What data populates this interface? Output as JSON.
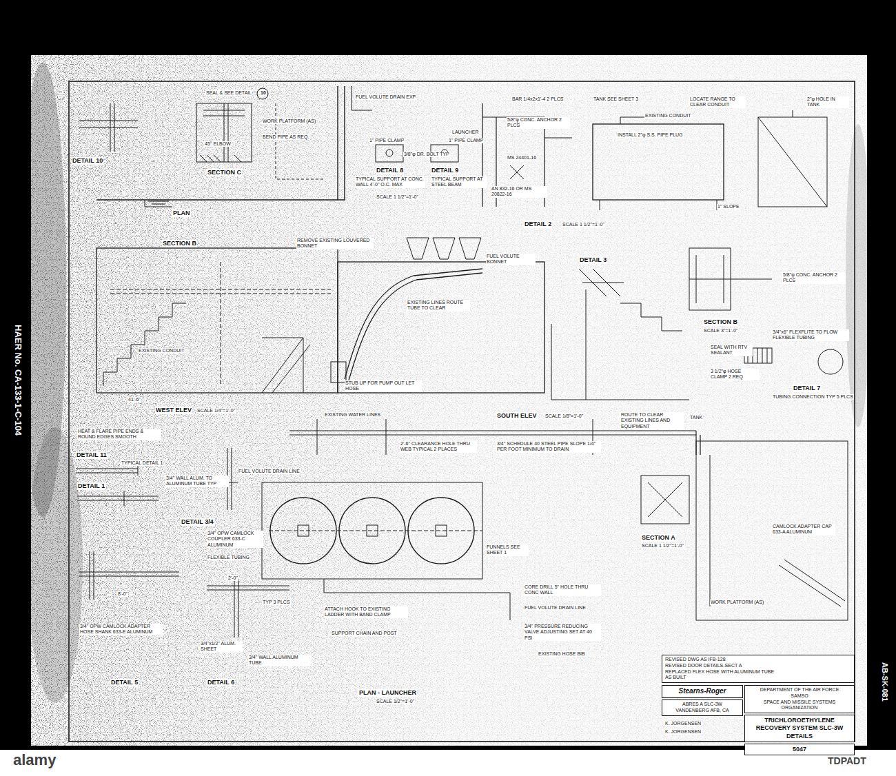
{
  "diagram": {
    "nodes": [
      {
        "text": [
          "REVISED DWG AS IFB-128",
          "REVISED DOOR DETAILS-SECT A",
          "REPLACED FLEX HOSE WITH ALUMINUM TUBE",
          "AS BUILT"
        ]
      },
      {
        "text": [
          "Stearns-Roger"
        ]
      },
      {
        "text": [
          "DEPARTMENT OF THE AIR FORCE",
          "SAMSO",
          "SPACE AND MISSILE SYSTEMS ORGANIZATION"
        ]
      },
      {
        "text": [
          "ABRES A SLC-3W VANDENBERG AFB, CA"
        ]
      },
      {
        "text": [
          "TRICHLOROETHYLENE RECOVERY SYSTEM SLC-3W DETAILS"
        ]
      },
      {
        "text": [
          "5047"
        ]
      }
    ],
    "labels": [
      "SEAL & SEE DETAIL",
      "10",
      "DETAIL 10",
      "WORK PLATFORM (AS)",
      "BEND PIPE AS REQ.",
      "45° ELBOW",
      "SECTION C",
      "PLAN",
      "SECTION B",
      "FUEL VOLUTE DRAIN EXP",
      "LAUNCHER",
      "1\" PIPE CLAMP",
      "1\" PIPE CLAMP",
      "3/8\"φ DR. BOLT TYP",
      "DETAIL 8",
      "DETAIL 9",
      "TYPICAL SUPPORT AT CONC. WALL 4'-0\" O.C. MAX",
      "TYPICAL SUPPORT AT STEEL BEAM",
      "SCALE 1 1/2\"=1'-0\"",
      "BAR 1/4x2x1'-4 2 PLCS",
      "5/8\"φ CONC. ANCHOR 2 PLCS",
      "MS 24401-16",
      "AN 832-16 OR MS 20822-16",
      "DETAIL 2",
      "SCALE 1 1/2\"=1'-0\"",
      "TANK SEE SHEET 3",
      "LOCATE RANGE TO CLEAR CONDUIT",
      "EXISTING CONDUIT",
      "INSTALL 2\"φ S.S. PIPE PLUG",
      "1\" SLOPE",
      "2\"φ HOLE IN TANK",
      "REMOVE EXISTING LOUVERED BONNET",
      "FUEL VOLUTE BONNET",
      "EXISTING LINES ROUTE TUBE TO CLEAR",
      "EXISTING CONDUIT",
      "STUB UP FOR PUMP OUT LET HOSE",
      "41'-6\"",
      "WEST ELEV",
      "SCALE 1/4\"=1'-0\"",
      "DETAIL 3",
      "SECTION B",
      "SCALE 3\"=1'-0\"",
      "5/8\"φ CONC. ANCHOR 2 PLCS",
      "3/4\"x6\" FLEXFLITE TO FLOW FLEXIBLE TUBING",
      "SEAL WITH RTV SEALANT",
      "3 1/2\"φ HOSE CLAMP 2 REQ",
      "DETAIL 7",
      "TUBING CONNECTION TYP 5 PLCS",
      "EXISTING WATER LINES",
      "SOUTH ELEV",
      "SCALE 1/8\"=1'-0\"",
      "ROUTE TO CLEAR EXISTING LINES AND EQUIPMENT",
      "TANK",
      "2'-6\" CLEARANCE HOLE THRU WEB TYPICAL 2 PLACES",
      "3/4\" SCHEDULE 40 STEEL PIPE SLOPE 1/4\" PER FOOT MINIMUM TO DRAIN",
      "HEAT & FLARE PIPE ENDS & ROUND EDGES SMOOTH",
      "DETAIL 11",
      "TYPICAL DETAIL 1",
      "DETAIL 1",
      "3/4\" WALL ALUM. TO ALUMINUM TUBE TYP",
      "FUEL VOLUTE DRAIN LINE",
      "DETAIL 3/4",
      "3/4\" OPW CAMLOCK COUPLER 633-C ALUMINUM",
      "FLEXIBLE TUBING",
      "8'-0\"",
      "3/4\" OPW CAMLOCK ADAPTER HOSE SHANK 633-E ALUMINUM",
      "2'-0\"",
      "TYP 3 PLCS",
      "3/4\"x1/2\" ALUM. SHEET",
      "3/4\" WALL ALUMINUM TUBE",
      "DETAIL 5",
      "DETAIL 6",
      "ATTACH HOOK TO EXISTING LADDER WITH BAND CLAMP",
      "SUPPORT CHAIN AND POST",
      "FUNNELS SEE SHEET 1",
      "CORE DRILL 5\" HOLE THRU CONC WALL",
      "FUEL VOLUTE DRAIN LINE",
      "3/4\" PRESSURE REDUCING VALVE ADJUSTING SET AT 40 PSI",
      "EXISTING HOSE BIB",
      "SECTION A",
      "SCALE 1 1/2\"=1'-0\"",
      "CAMLOCK ADAPTER CAP 633-A ALUMINUM",
      "WORK PLATFORM (AS)",
      "PLAN - LAUNCHER",
      "SCALE 1/2\"=1'-0\"",
      "K. JORGENSEN",
      "K. JORGENSEN",
      "HAER No. CA-133-1-C-104",
      "AB-SK-081",
      "alamy",
      "TDPADT"
    ]
  }
}
